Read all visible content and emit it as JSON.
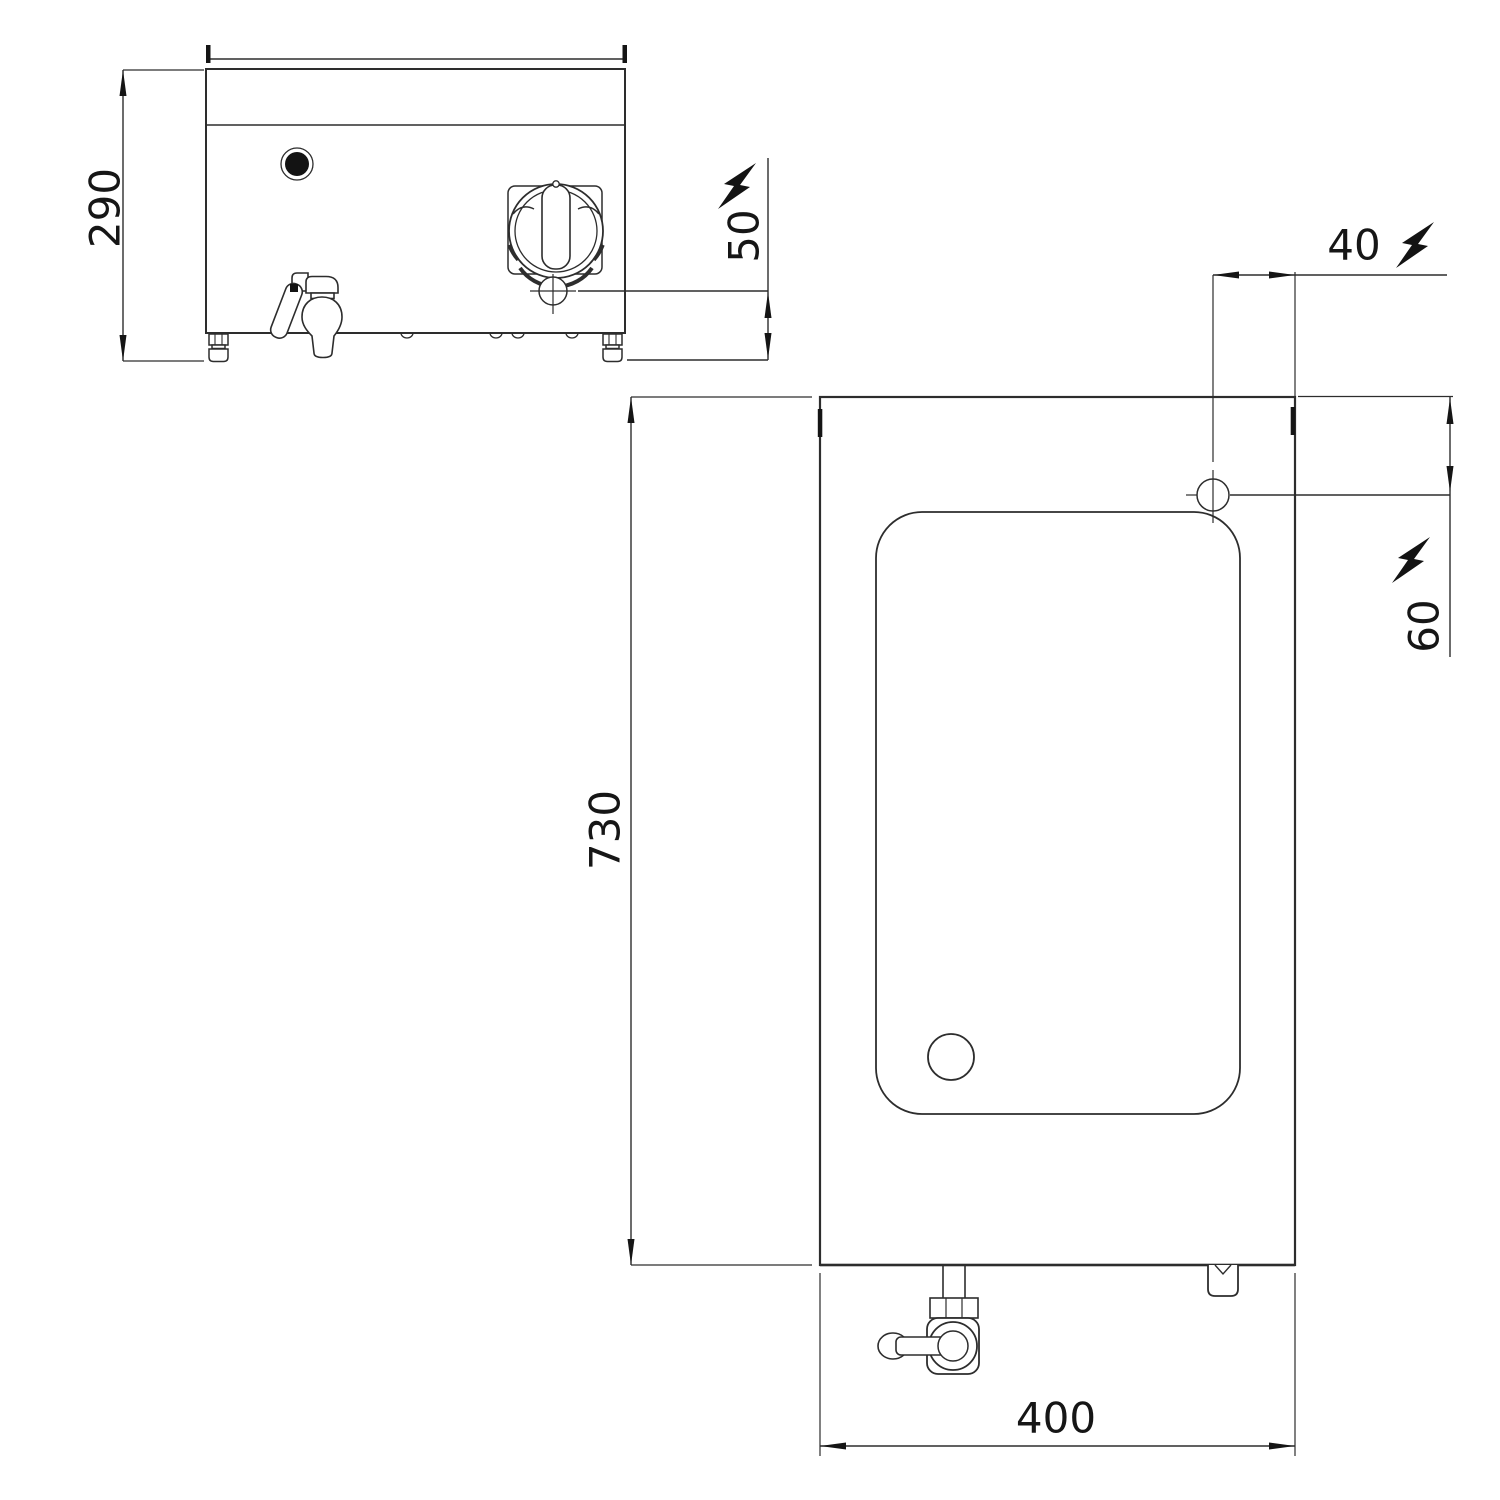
{
  "drawing": {
    "type": "technical-dimension-drawing",
    "views": [
      "front-elevation",
      "plan"
    ],
    "line_color": "#2d2d2d",
    "dim_color": "#3c3c3c",
    "icons": {
      "flash": "electric-flash"
    }
  },
  "dimensions": {
    "front_total_height": "290",
    "front_electric_height": "50",
    "plan_electric_offset_x": "40",
    "plan_electric_offset_y": "60",
    "plan_depth": "730",
    "plan_width": "400"
  }
}
